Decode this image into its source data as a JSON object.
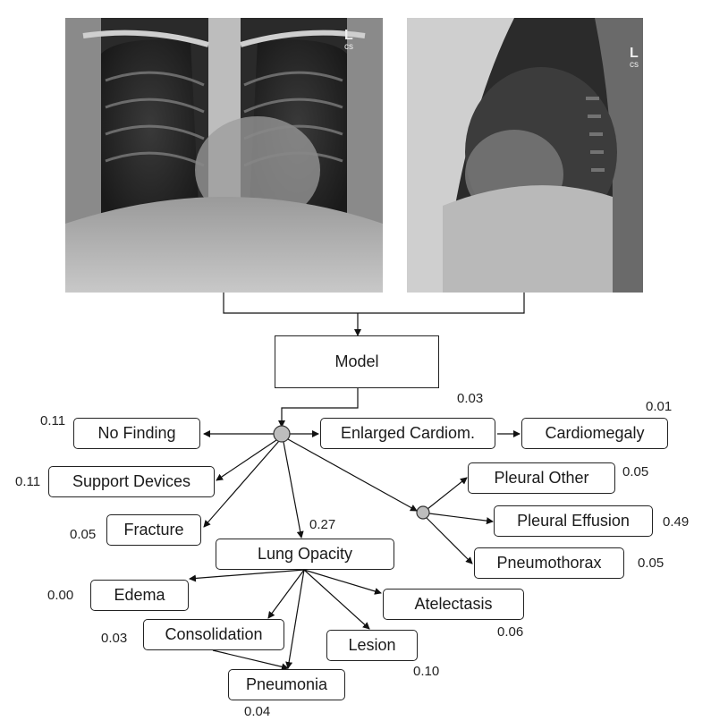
{
  "images": {
    "frontal": {
      "marker_letter": "L",
      "marker_sub": "cs"
    },
    "lateral": {
      "marker_letter": "L",
      "marker_sub": "cs"
    }
  },
  "model_label": "Model",
  "nodes": {
    "no_finding": {
      "label": "No Finding",
      "score": "0.11"
    },
    "support_devices": {
      "label": "Support Devices",
      "score": "0.11"
    },
    "fracture": {
      "label": "Fracture",
      "score": "0.05"
    },
    "enlarged_cardiom": {
      "label": "Enlarged Cardiom.",
      "score": "0.03"
    },
    "cardiomegaly": {
      "label": "Cardiomegaly",
      "score": "0.01"
    },
    "pleural_other": {
      "label": "Pleural Other",
      "score": "0.05"
    },
    "pleural_effusion": {
      "label": "Pleural Effusion",
      "score": "0.49"
    },
    "pneumothorax": {
      "label": "Pneumothorax",
      "score": "0.05"
    },
    "lung_opacity": {
      "label": "Lung Opacity",
      "score": "0.27"
    },
    "edema": {
      "label": "Edema",
      "score": "0.00"
    },
    "consolidation": {
      "label": "Consolidation",
      "score": "0.03"
    },
    "lesion": {
      "label": "Lesion",
      "score": "0.10"
    },
    "atelectasis": {
      "label": "Atelectasis",
      "score": "0.06"
    },
    "pneumonia": {
      "label": "Pneumonia",
      "score": "0.04"
    }
  }
}
